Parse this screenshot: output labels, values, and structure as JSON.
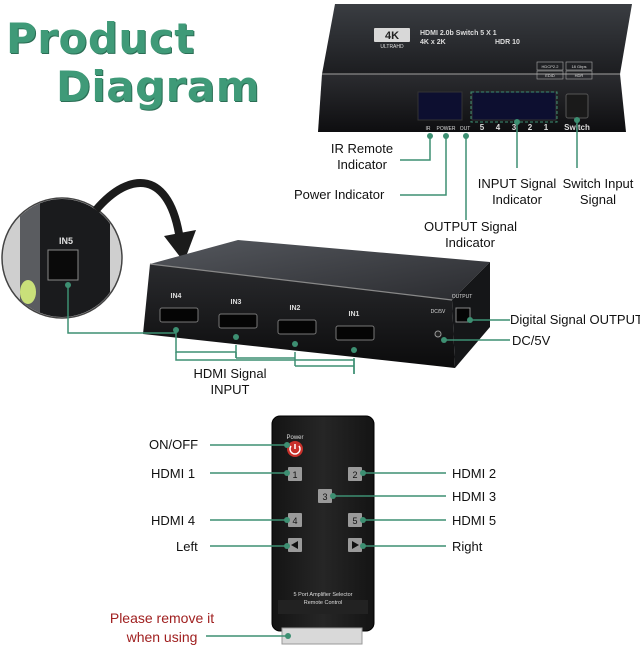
{
  "title": {
    "line1": "Product",
    "line2": "Diagram"
  },
  "device_top": {
    "logo_4k": "4K",
    "logo_ultra": "ULTRAHD",
    "model_line1": "HDMI 2.0b Switch 5 X 1",
    "model_line2": "4K x 2K",
    "hdr": "HDR 10",
    "badge1": "HDCP2.2",
    "badge2": "EDID",
    "badge3": "18 Gbps",
    "badge4": "HDR",
    "panel_ir": "IR",
    "panel_power": "POWER",
    "panel_out": "OUT",
    "panel_inputs": [
      "5",
      "4",
      "3",
      "2",
      "1"
    ],
    "panel_switch": "Switch"
  },
  "device_side": {
    "inset_label": "IN5",
    "ports": [
      "IN4",
      "IN3",
      "IN2",
      "IN1"
    ],
    "dc_label": "DC/5V",
    "output_label": "OUTPUT"
  },
  "labels": {
    "ir_remote": [
      "IR Remote",
      "Indicator"
    ],
    "power_indicator": "Power Indicator",
    "input_signal": [
      "INPUT Signal",
      "Indicator"
    ],
    "switch_input": [
      "Switch Input",
      "Signal"
    ],
    "output_signal": [
      "OUTPUT Signal",
      "Indicator"
    ],
    "digital_output": "Digital Signal OUTPUT",
    "dc5v": "DC/5V",
    "hdmi_input": [
      "HDMI Signal",
      "INPUT"
    ]
  },
  "remote": {
    "power_label": "Power",
    "buttons": [
      "1",
      "2",
      "3",
      "4",
      "5"
    ],
    "footer_line1": "5 Port Amplifier Selector",
    "footer_line2": "Remote Control",
    "callouts": {
      "on_off": "ON/OFF",
      "hdmi1": "HDMI 1",
      "hdmi2": "HDMI 2",
      "hdmi3": "HDMI 3",
      "hdmi4": "HDMI 4",
      "hdmi5": "HDMI 5",
      "left": "Left",
      "right": "Right"
    },
    "warning": [
      "Please remove it",
      "when using"
    ]
  },
  "colors": {
    "title": "#3f9a78",
    "callout_line": "#3d8f72",
    "warning": "#a02020",
    "power_button": "#c8302a"
  }
}
